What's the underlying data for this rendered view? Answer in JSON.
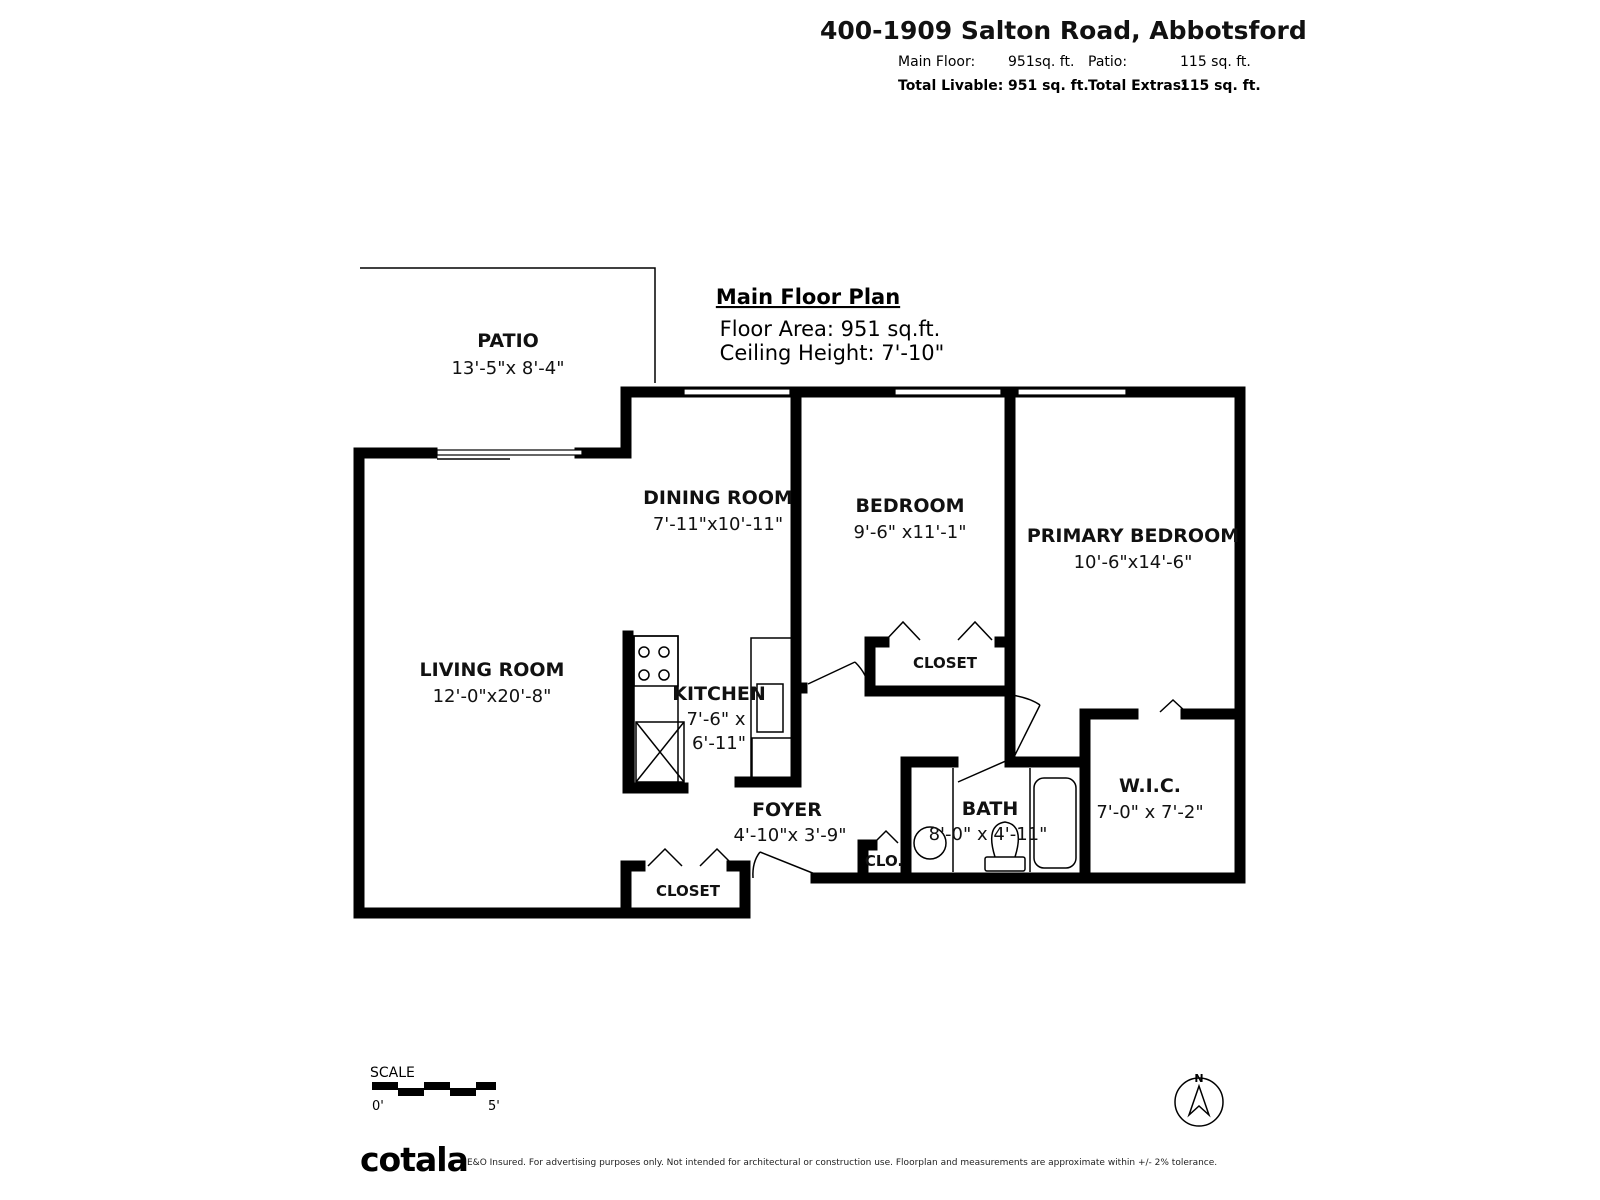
{
  "header": {
    "address": "400-1909 Salton Road, Abbotsford",
    "main_floor_label": "Main Floor:",
    "main_floor_value": "951sq. ft.",
    "patio_label": "Patio:",
    "patio_value": "115 sq. ft.",
    "total_livable_label": "Total Livable:",
    "total_livable_value": "951 sq. ft.",
    "total_extras_label": "Total Extras:",
    "total_extras_value": "115 sq. ft."
  },
  "plan_info": {
    "title": "Main Floor Plan",
    "floor_area": "Floor Area: 951 sq.ft.",
    "ceiling_height": "Ceiling Height: 7'-10\""
  },
  "rooms": {
    "patio": {
      "name": "PATIO",
      "dims": "13'-5\"x 8'-4\""
    },
    "dining": {
      "name": "DINING ROOM",
      "dims": "7'-11\"x10'-11\""
    },
    "bedroom": {
      "name": "BEDROOM",
      "dims": "9'-6\" x11'-1\""
    },
    "primary": {
      "name": "PRIMARY BEDROOM",
      "dims": "10'-6\"x14'-6\""
    },
    "living": {
      "name": "LIVING ROOM",
      "dims": "12'-0\"x20'-8\""
    },
    "kitchen": {
      "name": "KITCHEN",
      "dims1": "7'-6\" x",
      "dims2": "6'-11\""
    },
    "bedroom_closet": {
      "name": "CLOSET"
    },
    "wic": {
      "name": "W.I.C.",
      "dims": "7'-0\" x 7'-2\""
    },
    "bath": {
      "name": "BATH",
      "dims": "8'-0\" x 4'-11\""
    },
    "foyer": {
      "name": "FOYER",
      "dims": "4'-10\"x 3'-9\""
    },
    "clo": {
      "name": "CLO."
    },
    "front_closet": {
      "name": "CLOSET"
    }
  },
  "scale": {
    "label": "SCALE",
    "start": "0'",
    "end": "5'"
  },
  "compass": {
    "label": "N",
    "icon": "north-arrow-icon"
  },
  "footer": {
    "logo": "cotala",
    "disclaimer": "E&O Insured. For advertising purposes only. Not intended for architectural or construction use. Floorplan and measurements are approximate within +/- 2% tolerance."
  }
}
